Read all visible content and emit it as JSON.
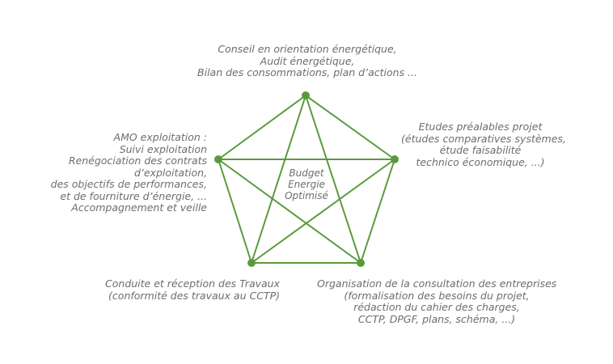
{
  "diagram": {
    "accent_color": "#5b9a3c",
    "center": [
      "Budget",
      "Energie",
      "Optimisé"
    ],
    "nodes": [
      {
        "id": "top",
        "lines": [
          "Conseil en orientation énergétique,",
          "Audit énergétique,",
          "Bilan des consommations, plan d’actions ..."
        ]
      },
      {
        "id": "right",
        "lines": [
          "Etudes préalables  projet",
          "(études comparatives systèmes,",
          "étude faisabilité",
          "technico économique, ...)"
        ]
      },
      {
        "id": "bottom-right",
        "lines": [
          "Organisation de la consultation des entreprises",
          "(formalisation des besoins du projet,",
          "rédaction du cahier des charges,",
          "CCTP, DPGF, plans, schéma, ...)"
        ]
      },
      {
        "id": "bottom-left",
        "lines": [
          "Conduite et réception des Travaux",
          "(conformité des travaux au CCTP)"
        ]
      },
      {
        "id": "left",
        "lines": [
          "AMO exploitation :",
          "Suivi exploitation",
          "Renégociation des contrats",
          "d’exploitation,",
          "des objectifs de performances,",
          "et de fourniture d’énergie, ...",
          "Accompagnement et veille"
        ]
      }
    ]
  }
}
